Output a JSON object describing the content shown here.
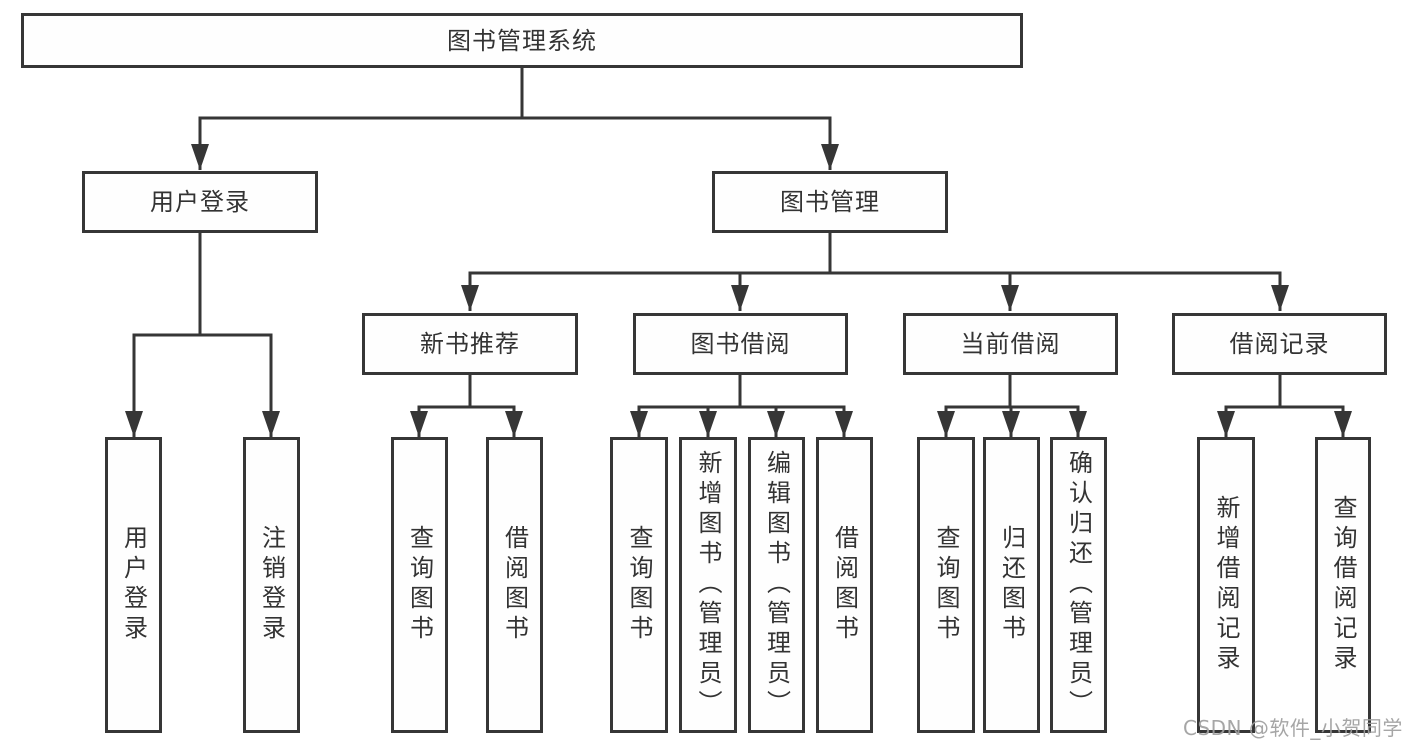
{
  "diagram": {
    "root": {
      "label": "图书管理系统"
    },
    "user_login": {
      "label": "用户登录",
      "children": [
        {
          "label": "用户登录"
        },
        {
          "label": "注销登录"
        }
      ]
    },
    "book_mgmt": {
      "label": "图书管理",
      "children": [
        {
          "label": "新书推荐",
          "children": [
            {
              "label": "查询图书"
            },
            {
              "label": "借阅图书"
            }
          ]
        },
        {
          "label": "图书借阅",
          "children": [
            {
              "label": "查询图书"
            },
            {
              "label": "新增图书（管理员）"
            },
            {
              "label": "编辑图书（管理员）"
            },
            {
              "label": "借阅图书"
            }
          ]
        },
        {
          "label": "当前借阅",
          "children": [
            {
              "label": "查询图书"
            },
            {
              "label": "归还图书"
            },
            {
              "label": "确认归还（管理员）"
            }
          ]
        },
        {
          "label": "借阅记录",
          "children": [
            {
              "label": "新增借阅记录"
            },
            {
              "label": "查询借阅记录"
            }
          ]
        }
      ]
    },
    "colors": {
      "line": "#363636",
      "border": "#363636",
      "text": "#333333",
      "watermark": "#9e9e9e"
    }
  },
  "watermark": {
    "text": "CSDN @软件_小贺同学"
  }
}
